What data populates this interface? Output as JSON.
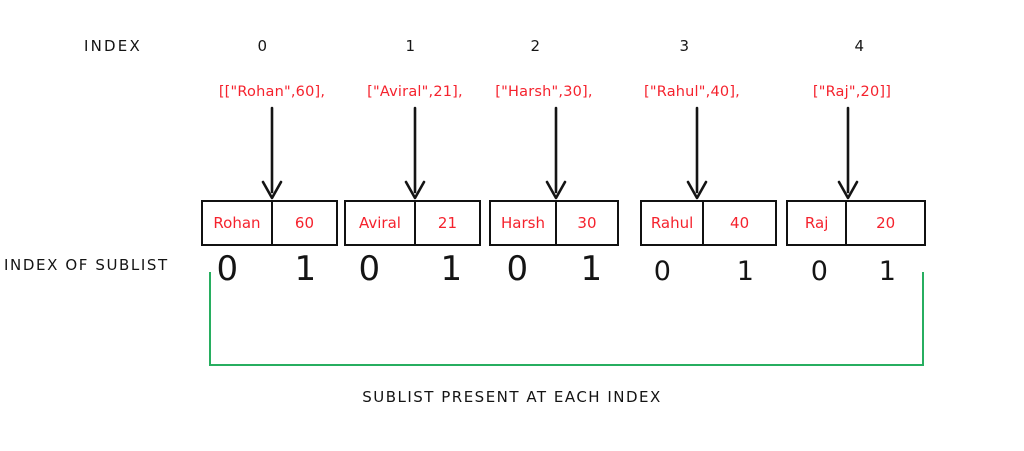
{
  "diagram": {
    "title_left_label": "INDEX",
    "sublist_index_label": "INDEX OF SUBLIST",
    "bottom_caption": "SUBLIST PRESENT AT EACH INDEX",
    "colors": {
      "ink": "#141414",
      "annotation_red": "#f5222d",
      "bracket_green": "#27ae60",
      "background": "#ffffff"
    },
    "indices": [
      "0",
      "1",
      "2",
      "3",
      "4"
    ],
    "pair_notes": [
      "[[\"Rohan\",60],",
      "[\"Aviral\",21],",
      "[\"Harsh\",30],",
      "[\"Rahul\",40],",
      "[\"Raj\",20]]"
    ],
    "nodes": [
      {
        "name": "Rohan",
        "value": "60"
      },
      {
        "name": "Aviral",
        "value": "21"
      },
      {
        "name": "Harsh",
        "value": "30"
      },
      {
        "name": "Rahul",
        "value": "40"
      },
      {
        "name": "Raj",
        "value": "20"
      }
    ],
    "sub_indices": [
      {
        "zero": "0",
        "one": "1"
      },
      {
        "zero": "0",
        "one": "1"
      },
      {
        "zero": "0",
        "one": "1"
      },
      {
        "zero": "0",
        "one": "1"
      },
      {
        "zero": "0",
        "one": "1"
      }
    ]
  }
}
